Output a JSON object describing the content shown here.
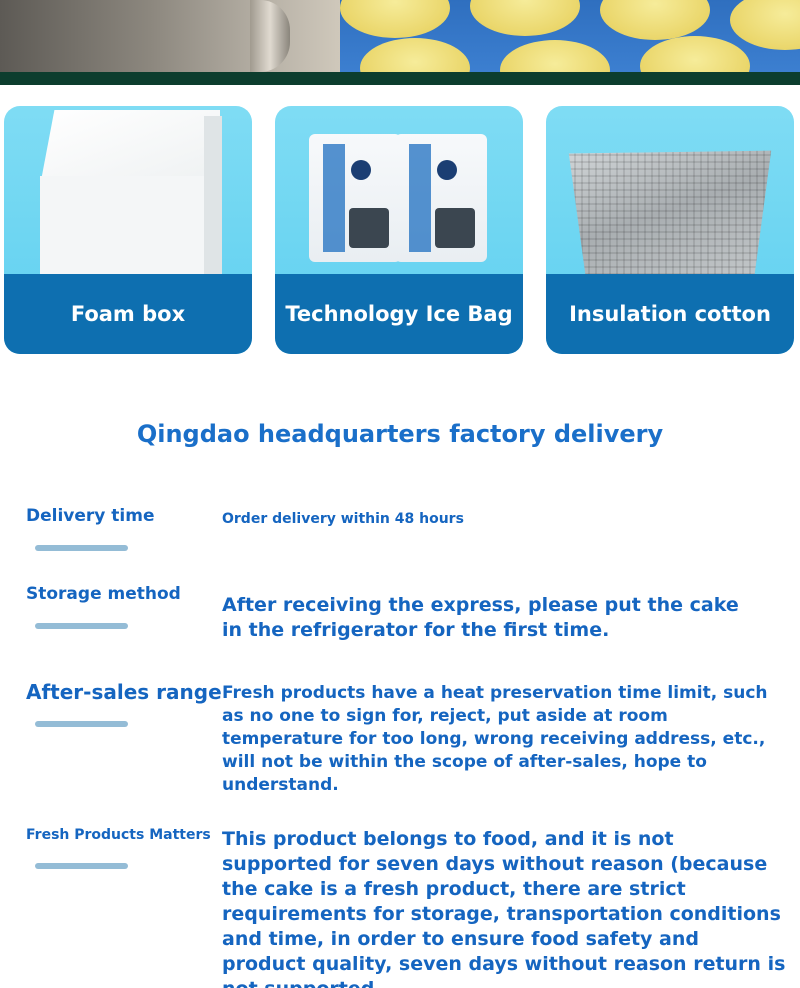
{
  "cards": [
    {
      "label": "Foam box",
      "icon": "foam-box-image"
    },
    {
      "label": "Technology Ice Bag",
      "icon": "ice-bag-image"
    },
    {
      "label": "Insulation cotton",
      "icon": "insulation-cotton-image"
    }
  ],
  "headline": "Qingdao headquarters factory delivery",
  "rows": [
    {
      "label": "Delivery time",
      "text": "Order delivery within 48 hours"
    },
    {
      "label": "Storage method",
      "text": "After receiving the express, please put the cake in the refrigerator for the first time."
    },
    {
      "label": "After-sales range",
      "text": "Fresh products have a heat preservation time limit, such as no one to sign for, reject, put aside at room temperature for too long, wrong receiving address, etc., will not be within the scope of after-sales, hope to understand."
    },
    {
      "label": "Fresh Products Matters",
      "text": "This product belongs to food, and it is not supported for seven days without reason (because the cake is a fresh product, there are strict requirements for storage, transportation conditions and time, in order to ensure food safety and product quality, seven days without reason return is not supported"
    }
  ],
  "colors": {
    "accent": "#1565c0",
    "card_bg": "#6fd6f2",
    "label_bar": "#0e6fb0",
    "divider": "#94bcd6",
    "band": "#0c3d2e"
  }
}
